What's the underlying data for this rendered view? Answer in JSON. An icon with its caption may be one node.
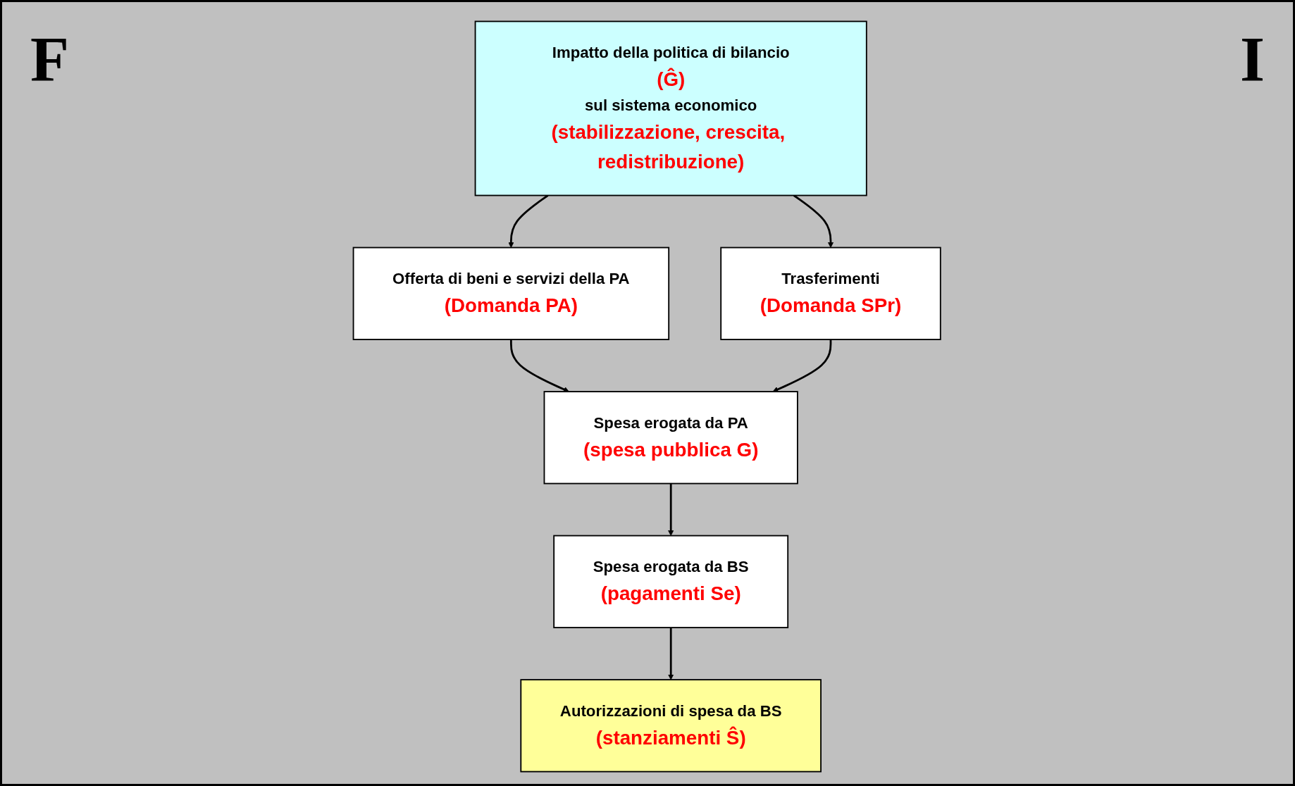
{
  "diagram": {
    "nodes": [
      {
        "text": [
          "Autorizzazioni di spesa da BS",
          "(stanziamenti  Ŝ)"
        ]
      },
      {
        "text": [
          "Impatto della politica di bilancio",
          "(Ĝ)",
          "sul sistema economico",
          "(stabilizzazione, crescita, redistribuzione)"
        ]
      },
      {
        "text": [
          "Spesa erogata da BS",
          "(pagamenti  Se)"
        ]
      },
      {
        "text": [
          "Offerta di beni e servizi della PA",
          "(Domanda PA)"
        ]
      },
      {
        "text": [
          "Spesa erogata da PA",
          "(spesa pubblica G)"
        ]
      },
      {
        "text": [
          "Trasferimenti",
          "(Domanda SPr)"
        ]
      }
    ],
    "edges": [
      {
        "from": 4,
        "to": 2,
        "arrow": "to"
      },
      {
        "from": 2,
        "to": 0,
        "arrow": "to"
      },
      {
        "from": 1,
        "to": 3,
        "arrow": "to"
      },
      {
        "from": 1,
        "to": 5,
        "arrow": "to"
      },
      {
        "from": 3,
        "to": 4,
        "arrow": "to"
      },
      {
        "from": 5,
        "to": 4,
        "arrow": "to"
      }
    ],
    "labels": [
      "F",
      "I"
    ]
  }
}
